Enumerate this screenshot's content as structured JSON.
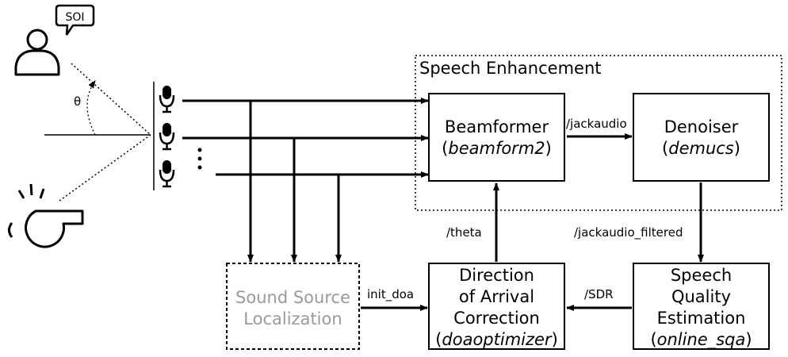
{
  "speaker": {
    "bubble_text": "SOI"
  },
  "angle_label": "θ",
  "speech_enhancement": {
    "title": "Speech Enhancement"
  },
  "beamformer": {
    "line1": "Beamformer",
    "line2_open": "(",
    "line2_name": "beamform2",
    "line2_close": ")"
  },
  "denoiser": {
    "line1": "Denoiser",
    "line2_open": "(",
    "line2_name": "demucs",
    "line2_close": ")"
  },
  "ssl": {
    "line1": "Sound Source",
    "line2": "Localization"
  },
  "doa": {
    "line1": "Direction",
    "line2": "of Arrival",
    "line3": "Correction",
    "line4_open": "(",
    "line4_name": "doaoptimizer",
    "line4_close": ")"
  },
  "sqa": {
    "line1": "Speech",
    "line2": "Quality",
    "line3": "Estimation",
    "line4_open": "(",
    "line4_name": "online_sqa",
    "line4_close": ")"
  },
  "edges": {
    "jackaudio": "/jackaudio",
    "jackaudio_filtered": "/jackaudio_filtered",
    "theta": "/theta",
    "init_doa": "init_doa",
    "sdr": "/SDR"
  },
  "mic_dots": "⋮"
}
